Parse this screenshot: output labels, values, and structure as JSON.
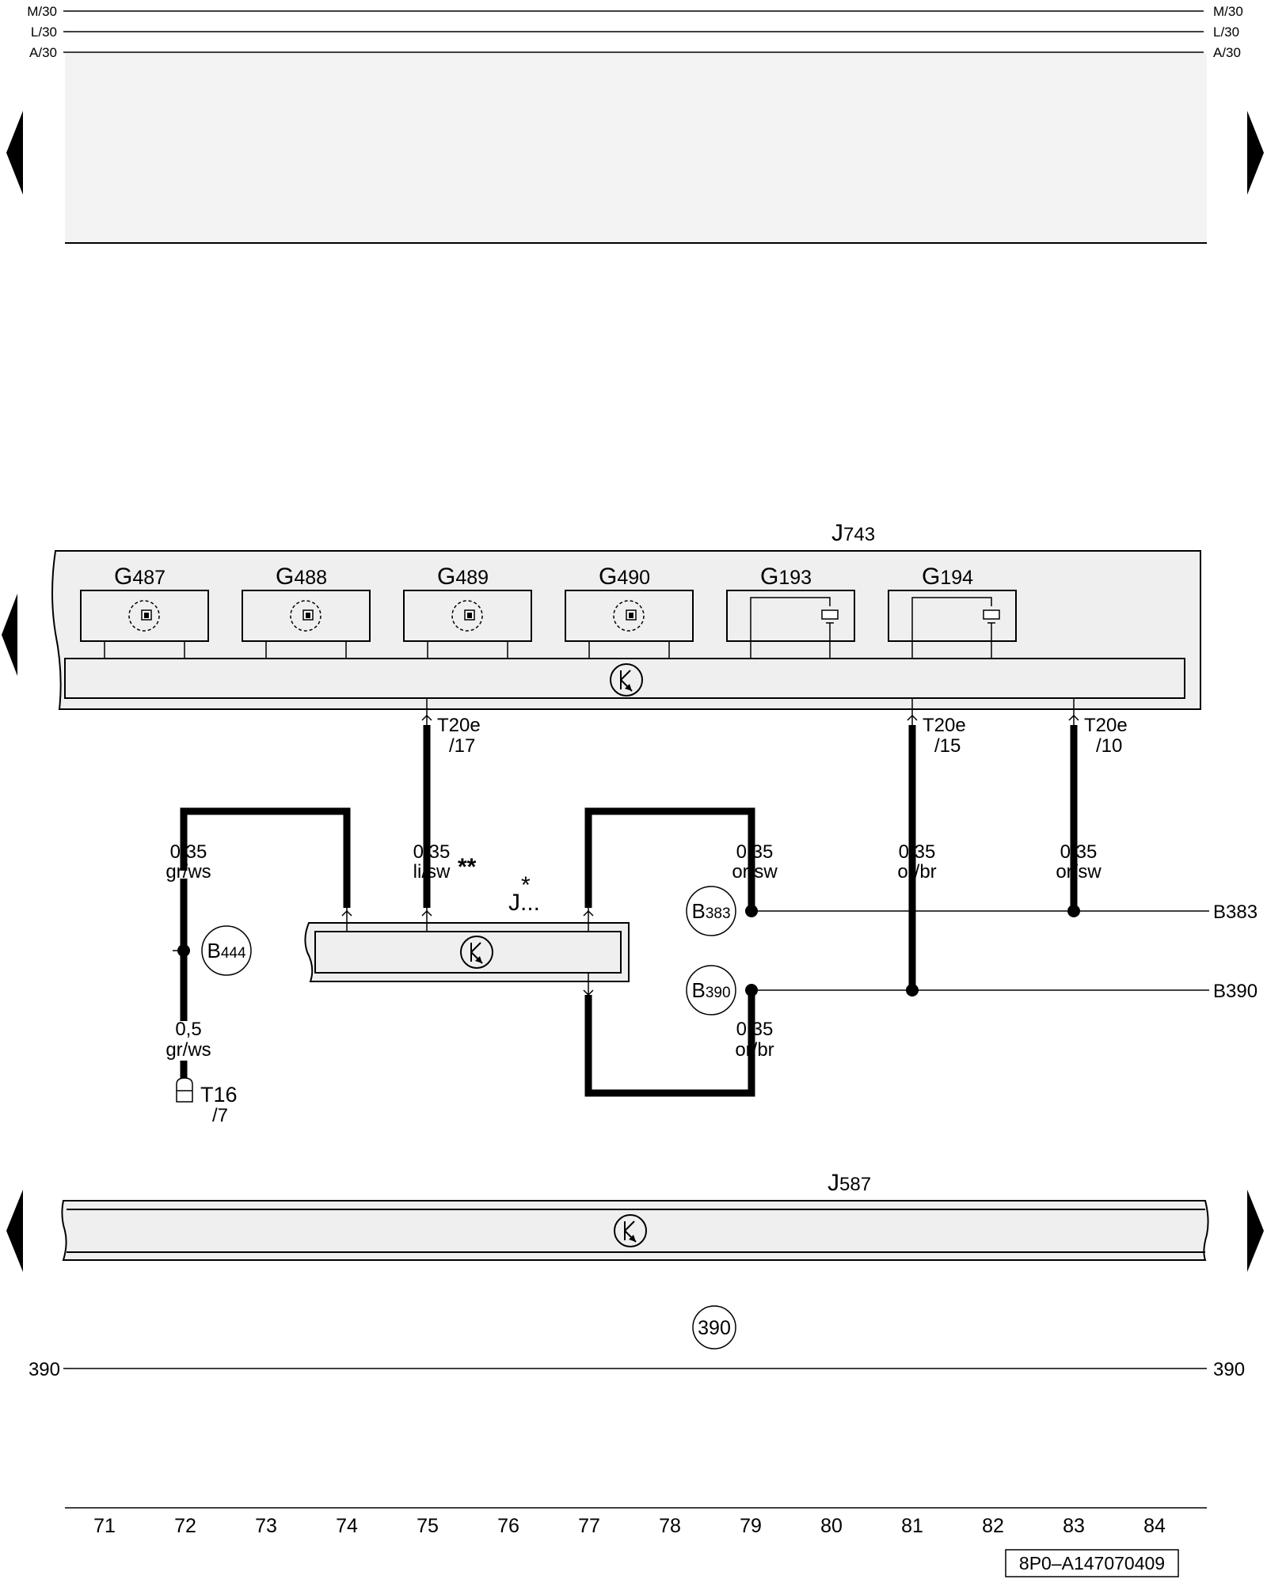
{
  "rails": {
    "top": [
      {
        "left": "M/30",
        "right": "M/30"
      },
      {
        "left": "L/30",
        "right": "L/30"
      },
      {
        "left": "A/30",
        "right": "A/30"
      }
    ],
    "ground": {
      "left": "390",
      "right": "390",
      "badge": "390"
    }
  },
  "j743": {
    "label": "J",
    "sub": "743",
    "sensors": [
      {
        "letter": "G",
        "num": "487"
      },
      {
        "letter": "G",
        "num": "488"
      },
      {
        "letter": "G",
        "num": "489"
      },
      {
        "letter": "G",
        "num": "490"
      },
      {
        "letter": "G",
        "num": "193"
      },
      {
        "letter": "G",
        "num": "194"
      }
    ],
    "pins": [
      {
        "name": "T20e",
        "pin": "/17"
      },
      {
        "name": "T20e",
        "pin": "/15"
      },
      {
        "name": "T20e",
        "pin": "/10"
      }
    ]
  },
  "j_unknown": {
    "label": "J...",
    "star": "*"
  },
  "j587": {
    "label": "J",
    "sub": "587"
  },
  "wires": [
    {
      "size": "0,35",
      "color": "gr/ws"
    },
    {
      "size": "0,35",
      "color": "li/sw",
      "note": "**"
    },
    {
      "size": "0,35",
      "color": "or/sw"
    },
    {
      "size": "0,35",
      "color": "or/br"
    },
    {
      "size": "0,35",
      "color": "or/sw"
    },
    {
      "size": "0,5",
      "color": "gr/ws"
    },
    {
      "size": "0,35",
      "color": "or/br"
    }
  ],
  "connections": {
    "b444": {
      "letter": "B",
      "num": "444"
    },
    "b383": {
      "letter": "B",
      "num": "383"
    },
    "b390": {
      "letter": "B",
      "num": "390"
    },
    "b383_right": "B383",
    "b390_right": "B390"
  },
  "t16": {
    "name": "T16",
    "pin": "/7"
  },
  "tracks": [
    "71",
    "72",
    "73",
    "74",
    "75",
    "76",
    "77",
    "78",
    "79",
    "80",
    "81",
    "82",
    "83",
    "84"
  ],
  "doc_id": "8P0–A147070409"
}
